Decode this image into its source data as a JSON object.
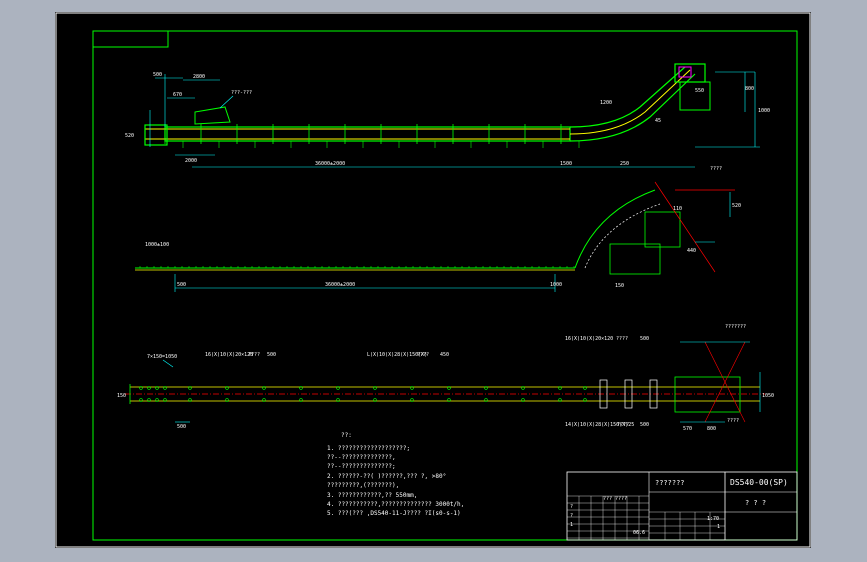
{
  "colors": {
    "viewport_bg": "#acb3bf",
    "paper": "#000000",
    "frame": "#ffffff",
    "border": "#00ff00",
    "conveyor": "#00ff00",
    "rail": "#ffff00",
    "dimension": "#00ffff",
    "centerline": "#ff0000",
    "hatch": "#ff00ff",
    "text": "#ffffff"
  },
  "top_view": {
    "leader_label": "???-???",
    "dims": {
      "d_500": "500",
      "d_2800": "2800",
      "d_670": "670",
      "d_520": "520",
      "d_2000": "2000",
      "d_span": "36000±2000",
      "d_1500": "1500",
      "d_250": "250",
      "d_1000": "1000",
      "d_800": "800",
      "d_550": "550",
      "d_45": "45",
      "d_1200": "1200"
    }
  },
  "middle_view": {
    "left_label": "1000±100",
    "dims": {
      "d_500": "500",
      "d_span": "36000±2000",
      "d_1000": "1000",
      "d_110": "110",
      "d_440": "440",
      "d_520": "520",
      "d_150": "150"
    },
    "right_label": "????"
  },
  "bottom_view": {
    "left_label": "7×150=1050",
    "label_a": "16(X)10(X)20×128",
    "qty_a": "????",
    "val_a": "500",
    "label_b": "L(X)10(X)28(X)150(X)",
    "qty_b": "????",
    "val_b": "450",
    "label_c": "16(X)10(X)20×120",
    "qty_c": "????",
    "val_c": "500",
    "label_d": "???????",
    "label_e": "14(X)10(X)28(X)150(X)25",
    "qty_e": "????",
    "val_e": "500",
    "label_f": "????",
    "dims": {
      "d_500": "500",
      "d_1050": "1050",
      "d_570": "570",
      "d_800": "800",
      "d_150": "150"
    }
  },
  "notes": {
    "title": "??:",
    "items": [
      "1.  ???????????????????;",
      "    ??--??????????????,",
      "    ??--??????????????;",
      "2.  ??????-??(     )??????,???     ?, >80°",
      "    ?????????,(???????),",
      "3.  ????????????,??     550mm,",
      "4.  ???????????,??????????????         3000t/h,",
      "5.  ???(???    ,DS540-11-J????    ?I(s0-s-1)"
    ]
  },
  "title_block": {
    "drawing_name": "???????",
    "drawing_code": "DS540-00(SP)",
    "company": "? ? ?",
    "scale": "1:70",
    "sheet": "1",
    "col_a": "?",
    "col_b": "?",
    "col_c": "1",
    "col_d": "???",
    "col_e": "????",
    "col_f": "06.6"
  }
}
